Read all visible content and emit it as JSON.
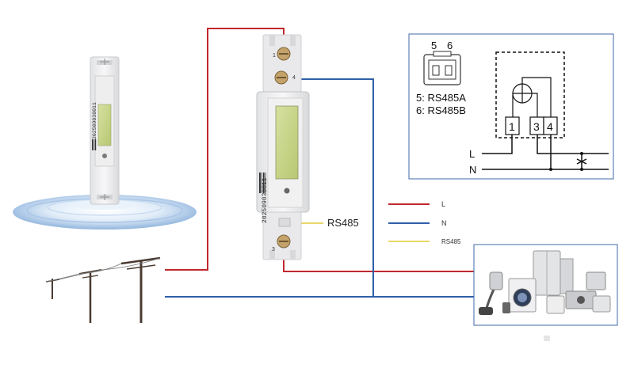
{
  "schematic": {
    "pin_numbers": [
      "5",
      "6"
    ],
    "pin_legend": [
      "5:  RS485A",
      "6:  RS485B"
    ],
    "terminal_labels": [
      "1",
      "3",
      "4"
    ],
    "line_labels": [
      "L",
      "N"
    ]
  },
  "meter_main": {
    "serial": "202509030011",
    "terminal_numbers": [
      "1",
      "4",
      "3"
    ],
    "rs485_label": "RS485"
  },
  "meter_small": {
    "serial": "202509030011"
  },
  "legend": {
    "items": [
      {
        "label": "L",
        "color": "#c0282d"
      },
      {
        "label": "N",
        "color": "#2f5fa8"
      },
      {
        "label": "RS485",
        "color": "#e8d86a"
      }
    ]
  },
  "colors": {
    "live": "#c0282d",
    "neutral": "#2f5fa8",
    "rs485": "#e8d86a",
    "lcd": "#c9d88a",
    "frame": "#3f68a8"
  },
  "icons": [
    "water-ripple-icon",
    "utility-pole-icon",
    "household-appliances-icon",
    "screw-terminal-icon",
    "ct-sensor-icon"
  ]
}
